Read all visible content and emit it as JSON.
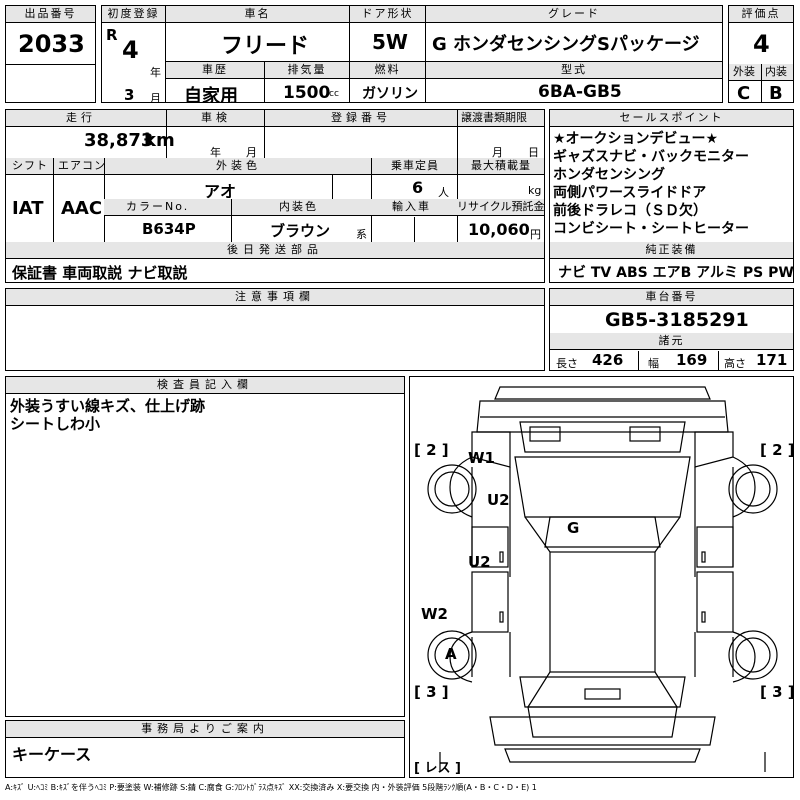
{
  "header": {
    "lot_label": "出品番号",
    "lot_no": "2033",
    "reg_label": "初度登録",
    "era": "R",
    "reg_year": "4",
    "year_unit": "年",
    "reg_month": "3",
    "month_unit": "月",
    "name_label": "車名",
    "car_name": "フリード",
    "door_label": "ドア形状",
    "door": "5W",
    "grade_label": "グレード",
    "grade": "G ホンダセンシングSパッケージ",
    "score_label": "評価点",
    "score": "4",
    "history_label": "車歴",
    "history": "自家用",
    "disp_label": "排気量",
    "disp": "1500",
    "disp_unit": "cc",
    "fuel_label": "燃料",
    "fuel": "ガソリン",
    "model_label": "型式",
    "model": "6BA-GB5",
    "ext_label": "外装",
    "int_label": "内装",
    "ext_grade": "C",
    "int_grade": "B"
  },
  "row2": {
    "mileage_label": "走行",
    "mileage": "38,873",
    "mileage_unit": "km",
    "inspection_label": "車検",
    "insp_year_unit": "年",
    "insp_month_unit": "月",
    "regno_label": "登録番号",
    "transfer_label": "譲渡書類期限",
    "transfer_month_unit": "月",
    "transfer_day_unit": "日",
    "shift_label": "シフト",
    "shift": "IAT",
    "ac_label": "エアコン",
    "ac": "AAC",
    "color_label": "外装色",
    "color": "アオ",
    "capacity_label": "乗車定員",
    "capacity": "6",
    "capacity_unit": "人",
    "load_label": "最大積載量",
    "load_unit": "kg",
    "colorno_label": "カラーNo.",
    "colorno": "B634P",
    "intcolor_label": "内装色",
    "intcolor": "ブラウン",
    "intcolor_suffix": "系",
    "import_label": "輸入車",
    "recycle_label": "リサイクル預託金",
    "recycle": "10,060",
    "recycle_unit": "円",
    "later_label": "後日発送部品",
    "later": "保証書 車両取説 ナビ取説"
  },
  "sales": {
    "label": "セールスポイント",
    "lines": [
      "★オークションデビュー★",
      "ギャズスナビ・バックモニター",
      "ホンダセンシング",
      "両側パワースライドドア",
      "前後ドラレコ（ＳＤ欠）",
      "コンビシート・シートヒーター"
    ]
  },
  "equipment": {
    "label": "純正装備",
    "items": "ナビ TV ABS エアB アルミ PS PW"
  },
  "notes": {
    "label": "注意事項欄"
  },
  "chassis": {
    "label": "車台番号",
    "number": "GB5-3185291",
    "dims_label": "諸元",
    "len_label": "長さ",
    "len": "426",
    "wid_label": "幅",
    "wid": "169",
    "hei_label": "高さ",
    "hei": "171"
  },
  "inspector": {
    "label": "検査員記入欄",
    "lines": [
      "外装うすい線キズ、仕上げ跡",
      "シートしわ小"
    ]
  },
  "office": {
    "label": "事務局よりご案内",
    "text": "キーケース"
  },
  "diagram": {
    "tire_fl": "2",
    "tire_fr": "2",
    "tire_rl": "3",
    "tire_rr": "3",
    "spare": "レス",
    "marks": [
      "W1",
      "U2",
      "G",
      "U2",
      "W2",
      "A"
    ]
  },
  "legend": "A:ｷｽﾞ U:ﾍｺﾐ B:ｷｽﾞを伴うﾍｺﾐ P:要塗装 W:補修跡 S:錆 C:腐食 G:ﾌﾛﾝﾄｶﾞﾗｽ点ｷｽﾞ XX:交換済み X:要交換 内・外装評価 5段階ﾗﾝｸ順(A・B・C・D・E) 1"
}
